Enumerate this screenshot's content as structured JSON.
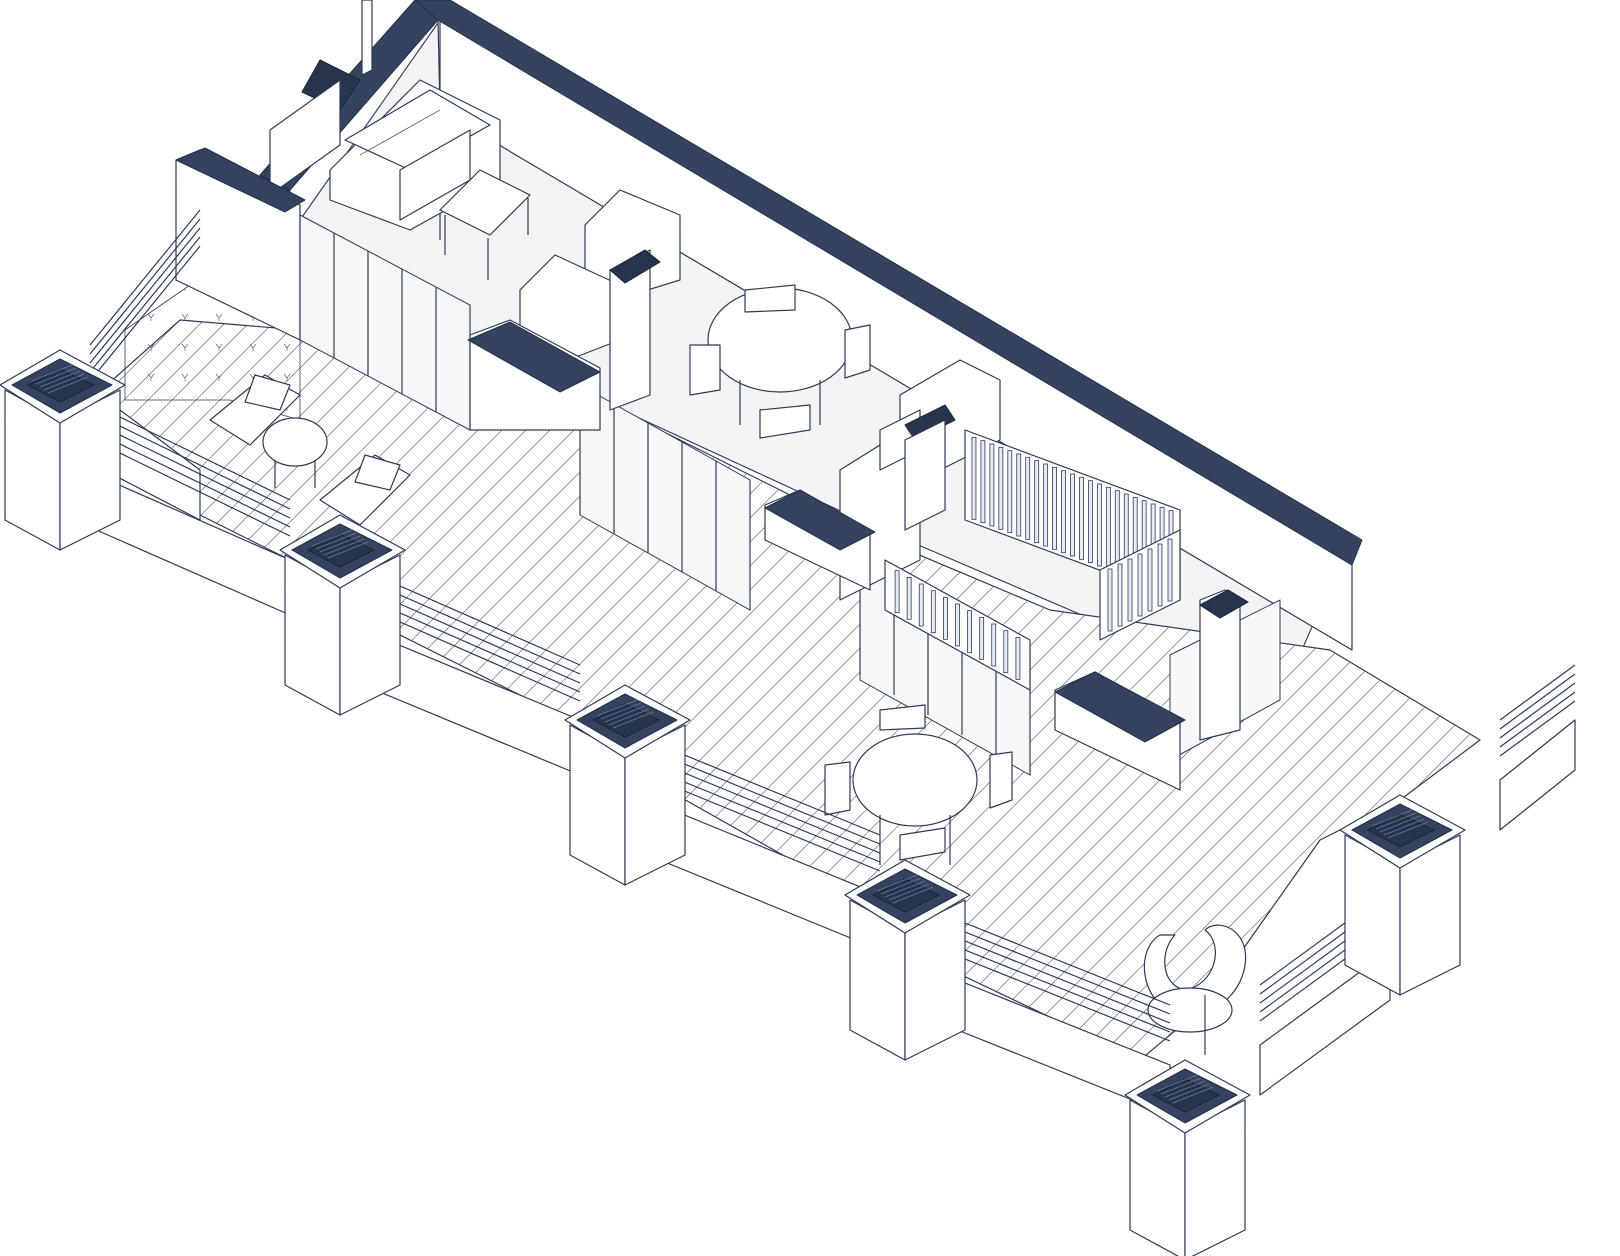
{
  "drawing": {
    "type": "isometric-architectural-plan",
    "colors": {
      "line": "#2e3a55",
      "wall_cap": "#34435e",
      "floor_tint": "#f3f4f6",
      "glass": "#f6f7f9",
      "slat": "#e6ecf6",
      "background": "#ffffff"
    },
    "elements": [
      {
        "name": "back-wall",
        "icon": "wall-icon"
      },
      {
        "name": "terrace-deck",
        "icon": "decking-icon"
      },
      {
        "name": "interior-floor",
        "icon": "floor-icon"
      },
      {
        "name": "sofa",
        "icon": "sofa-icon"
      },
      {
        "name": "side-table",
        "icon": "table-icon"
      },
      {
        "name": "armchairs",
        "icon": "armchair-icon"
      },
      {
        "name": "dining-table-interior",
        "icon": "dining-table-icon"
      },
      {
        "name": "kitchen-counter",
        "icon": "kitchen-icon"
      },
      {
        "name": "slatted-partition",
        "icon": "partition-icon"
      },
      {
        "name": "sliding-glass-doors",
        "icon": "door-icon"
      },
      {
        "name": "lounge-chairs",
        "icon": "lounger-icon"
      },
      {
        "name": "bistro-table",
        "icon": "table-icon"
      },
      {
        "name": "dining-table-terrace",
        "icon": "dining-table-icon"
      },
      {
        "name": "hanging-egg-chair",
        "icon": "egg-chair-icon"
      },
      {
        "name": "planter-boxes",
        "icon": "planter-icon"
      },
      {
        "name": "balustrade-railings",
        "icon": "railing-icon"
      },
      {
        "name": "parapet-piers",
        "icon": "pier-icon"
      },
      {
        "name": "grass-lawn",
        "icon": "lawn-icon"
      }
    ]
  }
}
